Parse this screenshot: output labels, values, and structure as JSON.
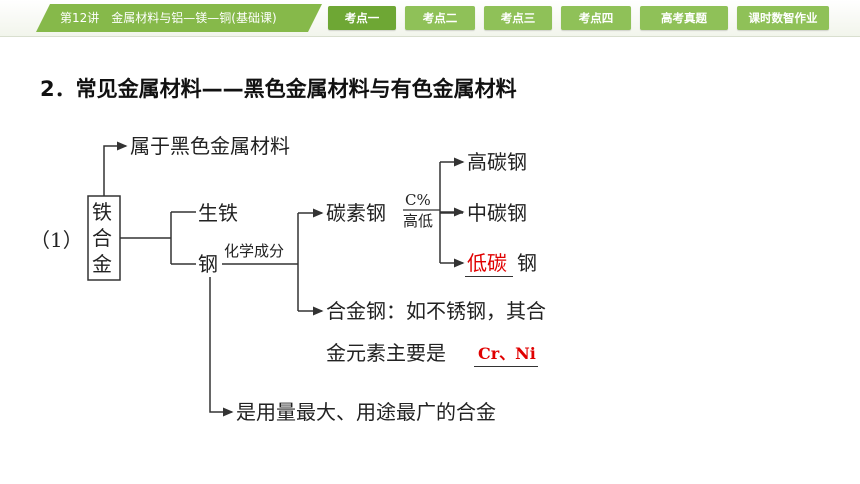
{
  "header": {
    "lesson_title": "第12讲　金属材料与铝—镁—铜(基础课)",
    "tabs": [
      {
        "label": "考点一",
        "active": true
      },
      {
        "label": "考点二",
        "active": false
      },
      {
        "label": "考点三",
        "active": false
      },
      {
        "label": "考点四",
        "active": false
      },
      {
        "label": "高考真题",
        "active": false
      },
      {
        "label": "课时数智作业",
        "active": false
      }
    ]
  },
  "section": {
    "title": "2．常见金属材料——黑色金属材料与有色金属材料"
  },
  "diagram": {
    "item_number": "（1）",
    "root_chars": [
      "铁",
      "合",
      "金"
    ],
    "ferrous": "属于黑色金属材料",
    "pig_iron": "生铁",
    "steel": "钢",
    "chem_label": "化学成分",
    "carbon_steel": "碳素钢",
    "c_percent": "C%",
    "high_low": "高低",
    "high_carbon": "高碳钢",
    "mid_carbon": "中碳钢",
    "low_carbon_answer": "低碳",
    "low_carbon_suffix": "钢",
    "alloy_steel_line1": "合金钢：如不锈钢，其合",
    "alloy_steel_line2": "金元素主要是",
    "alloy_answer": "Cr、Ni",
    "most_used": "是用量最大、用途最广的合金"
  },
  "colors": {
    "tab_green": "#8fc158",
    "tab_active": "#6ea734",
    "answer_red": "#e00000"
  }
}
